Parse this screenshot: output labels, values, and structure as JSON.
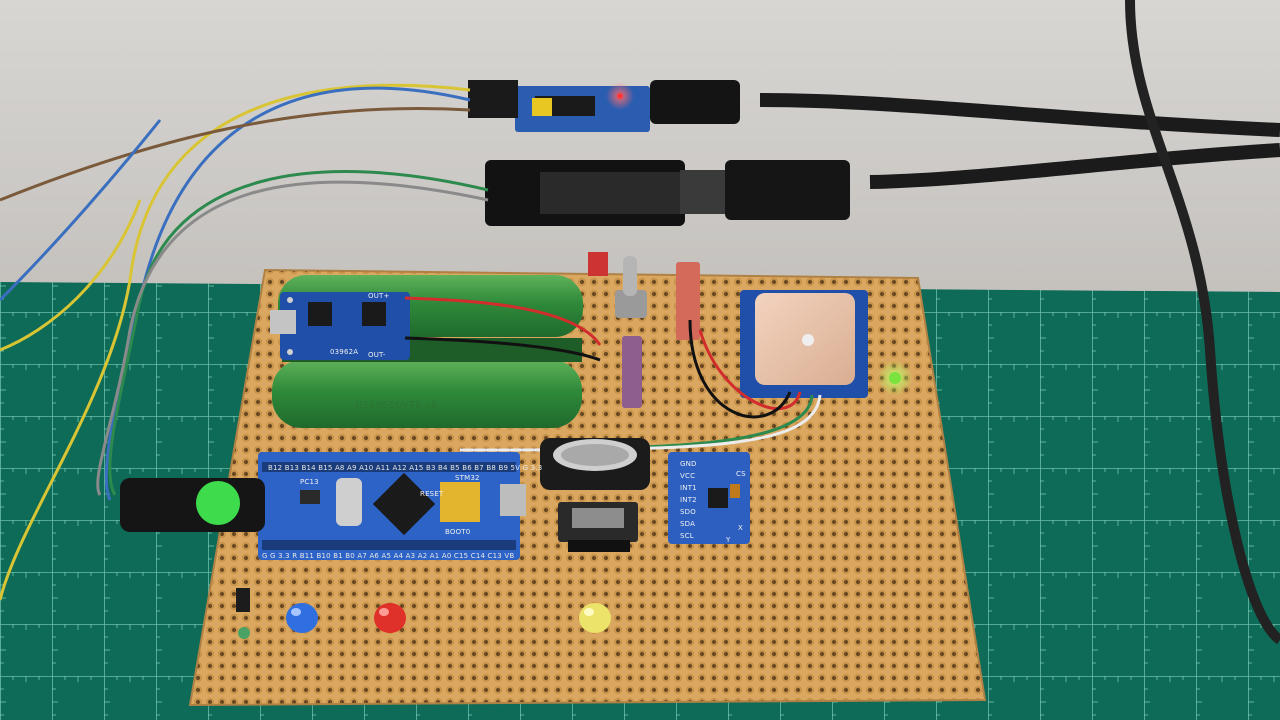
{
  "photo": {
    "board_labels": {
      "charger_out_plus": "OUT+",
      "charger_out_minus": "OUT-",
      "charger_code": "03962A",
      "battery_print": "US18650VT6 c6",
      "mcu_top_pins": "G G 3.3 R B11 B10 B1 B0 A7 A6 A5 A4 A3 A2 A1 A0 C15 C14 C13 VB",
      "mcu_bottom_pins": "B12 B13 B14 B15 A8 A9 A10 A11 A12 A15 B3 B4 B5 B6 B7 B8 B9 5V G 3.3",
      "mcu_pc13": "PC13",
      "mcu_stm32": "STM32",
      "mcu_reset": "RESET",
      "mcu_boot": "BOOT0",
      "imu_vcc": "VCC",
      "imu_gnd": "GND",
      "imu_scl": "SCL",
      "imu_sda": "SDA",
      "imu_sdo": "SDO",
      "imu_int1": "INT1",
      "imu_int2": "INT2",
      "imu_cs": "CS",
      "imu_axis_x": "X",
      "imu_axis_y": "Y"
    }
  }
}
